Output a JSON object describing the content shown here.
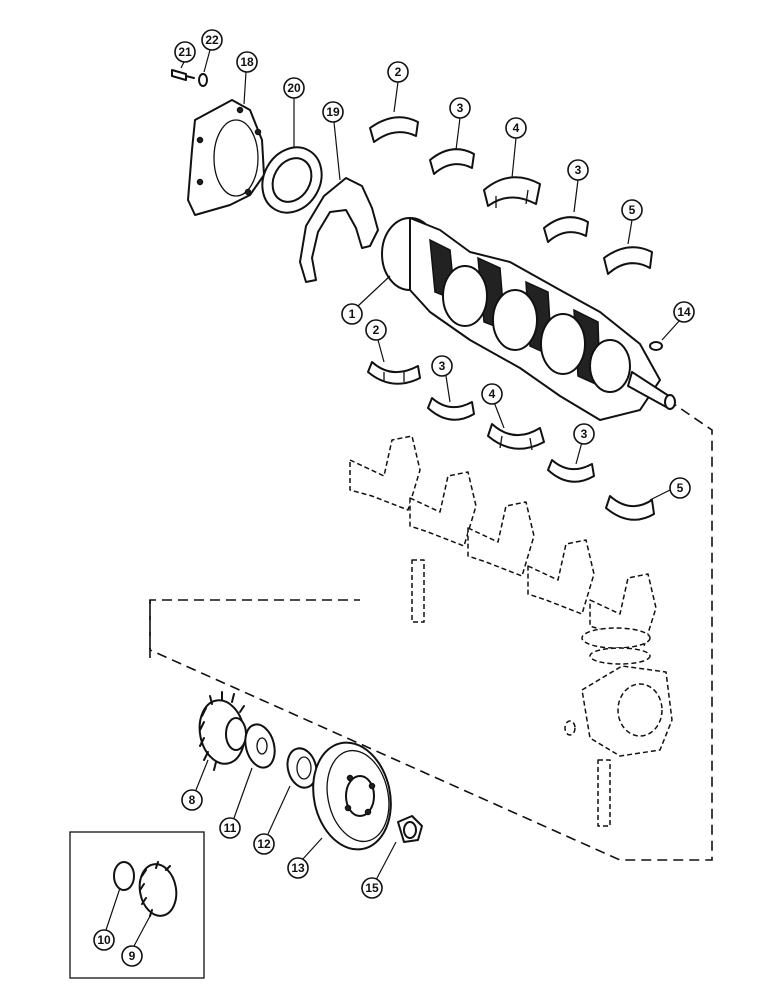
{
  "callouts": [
    {
      "id": "c1",
      "label": "1"
    },
    {
      "id": "c2a",
      "label": "2"
    },
    {
      "id": "c2b",
      "label": "2"
    },
    {
      "id": "c3a",
      "label": "3"
    },
    {
      "id": "c3b",
      "label": "3"
    },
    {
      "id": "c3c",
      "label": "3"
    },
    {
      "id": "c3d",
      "label": "3"
    },
    {
      "id": "c4a",
      "label": "4"
    },
    {
      "id": "c4b",
      "label": "4"
    },
    {
      "id": "c5a",
      "label": "5"
    },
    {
      "id": "c5b",
      "label": "5"
    },
    {
      "id": "c8",
      "label": "8"
    },
    {
      "id": "c9",
      "label": "9"
    },
    {
      "id": "c10",
      "label": "10"
    },
    {
      "id": "c11",
      "label": "11"
    },
    {
      "id": "c12",
      "label": "12"
    },
    {
      "id": "c13",
      "label": "13"
    },
    {
      "id": "c14",
      "label": "14"
    },
    {
      "id": "c15",
      "label": "15"
    },
    {
      "id": "c18",
      "label": "18"
    },
    {
      "id": "c19",
      "label": "19"
    },
    {
      "id": "c20",
      "label": "20"
    },
    {
      "id": "c21",
      "label": "21"
    },
    {
      "id": "c22",
      "label": "22"
    }
  ]
}
